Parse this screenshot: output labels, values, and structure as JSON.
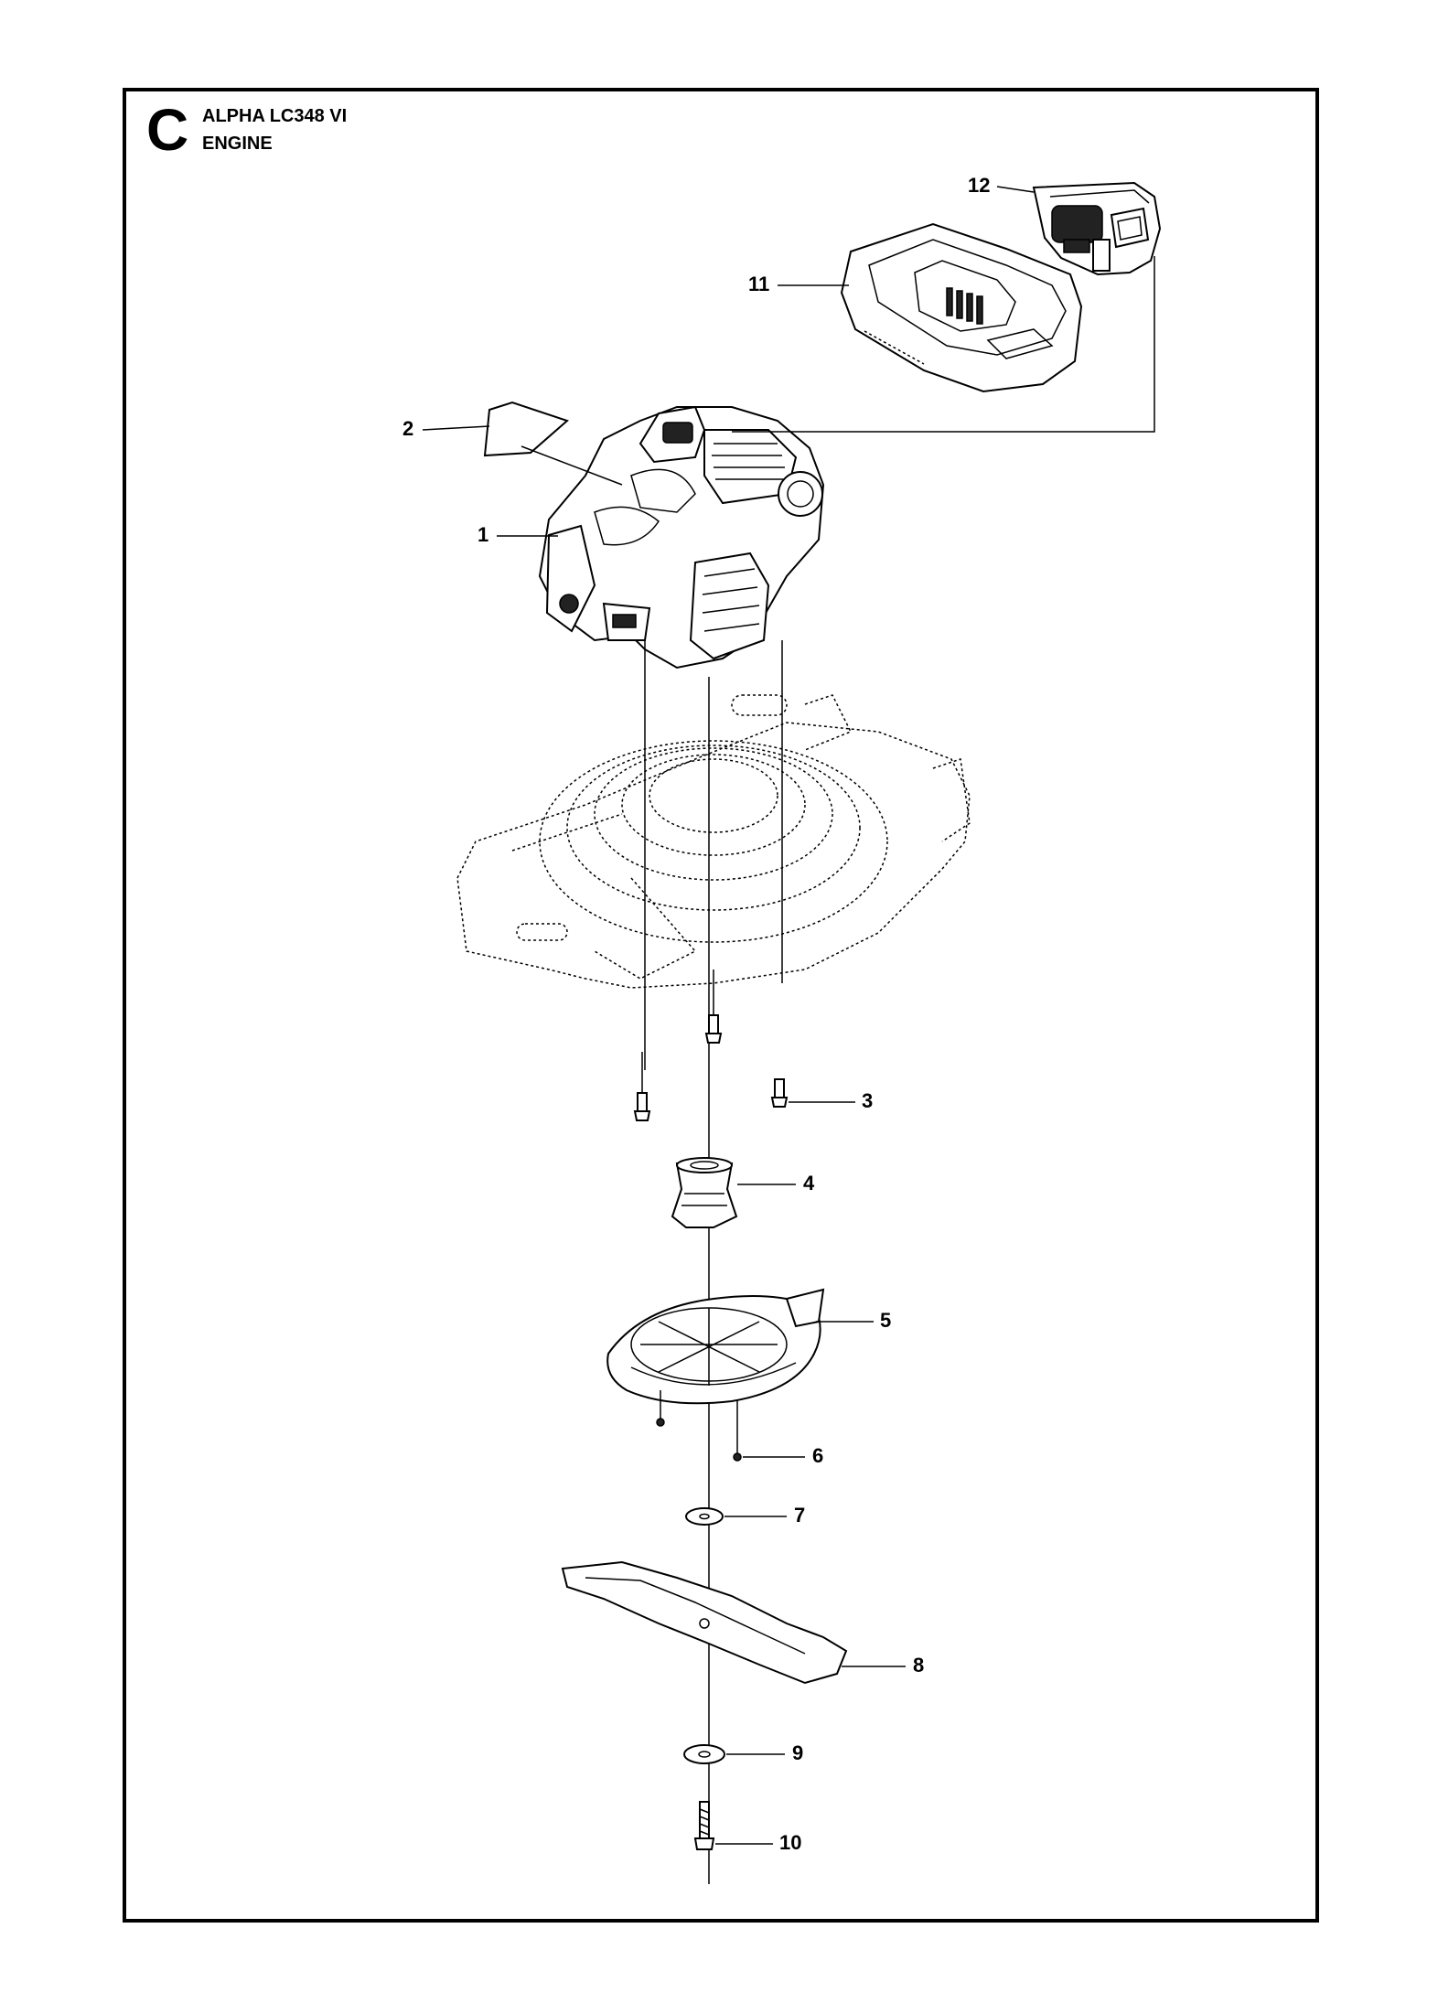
{
  "header": {
    "section_letter": "C",
    "model": "ALPHA LC348 VI",
    "group": "ENGINE"
  },
  "callouts": [
    "1",
    "2",
    "3",
    "4",
    "5",
    "6",
    "7",
    "8",
    "9",
    "10",
    "11",
    "12"
  ]
}
